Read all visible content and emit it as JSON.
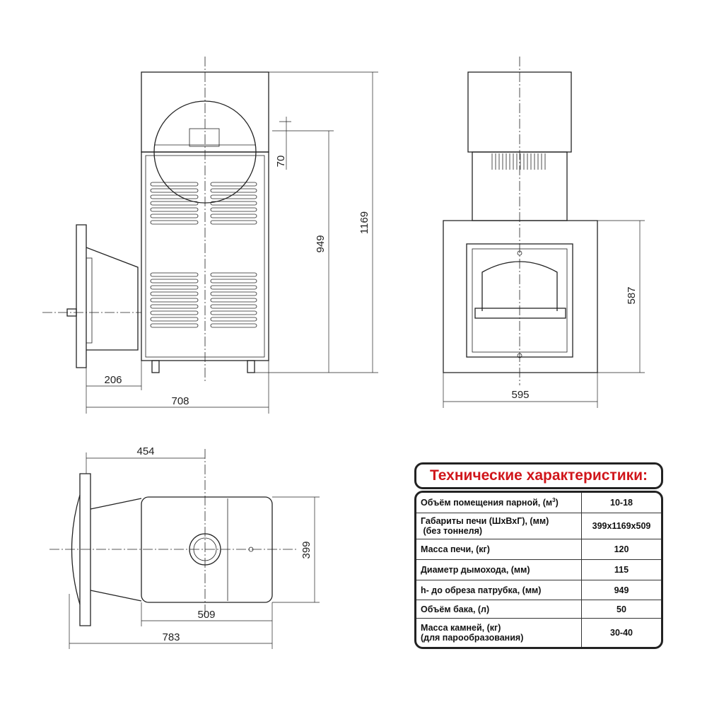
{
  "dimensions": {
    "front": {
      "d70": "70",
      "d949": "949",
      "d1169": "1169",
      "d206": "206",
      "d708": "708"
    },
    "side": {
      "d587": "587",
      "d595": "595"
    },
    "top": {
      "d454": "454",
      "d399": "399",
      "d509": "509",
      "d783": "783"
    }
  },
  "spec": {
    "title": "Технические характеристики:",
    "rows": [
      {
        "label": "Объём помещения парной, (м³)",
        "value": "10-18"
      },
      {
        "label": "Габариты печи (ШхВхГ), (мм)",
        "label2": "(без тоннеля)",
        "value": "399x1169x509"
      },
      {
        "label": "Масса печи, (кг)",
        "value": "120"
      },
      {
        "label": "Диаметр дымохода, (мм)",
        "value": "115"
      },
      {
        "label": "h- до обреза патрубка, (мм)",
        "value": "949"
      },
      {
        "label": "Объём бака, (л)",
        "value": "50"
      },
      {
        "label": "Масса камней, (кг)",
        "label2": "(для парообразования)",
        "value": "30-40"
      }
    ]
  }
}
